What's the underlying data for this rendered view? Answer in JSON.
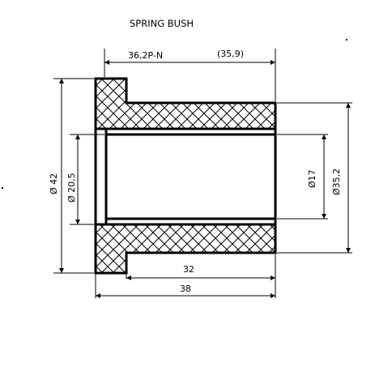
{
  "title": "SPRING BUSH",
  "dimensions": {
    "top_left": "36,2P-N",
    "top_right": "(35,9)",
    "inner_length": "32",
    "overall_length": "38",
    "outer_diameter_flange": "Ø 42",
    "bore_diameter": "Ø 20,5",
    "inner_diameter": "Ø17",
    "outer_diameter_body": "Ø35,2"
  },
  "colors": {
    "line": "#000000",
    "background": "#ffffff"
  }
}
